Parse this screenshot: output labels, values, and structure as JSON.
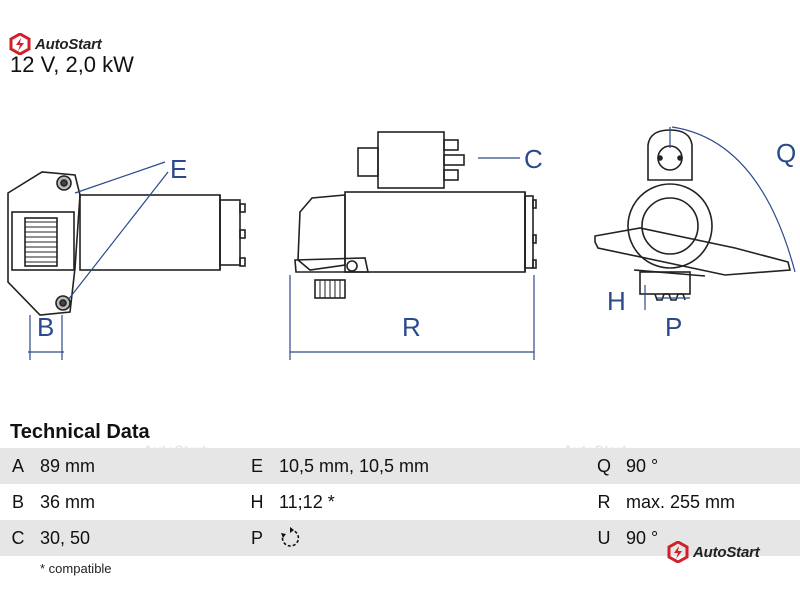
{
  "brand": {
    "name": "AutoStart",
    "color": "#d0202a"
  },
  "spec_line": "12 V, 2,0 kW",
  "drawing_labels": {
    "E": "E",
    "B": "B",
    "R": "R",
    "C": "C",
    "Q": "Q",
    "H": "H",
    "P": "P"
  },
  "technical_title": "Technical Data",
  "table": [
    [
      {
        "k": "A",
        "v": "89 mm"
      },
      {
        "k": "E",
        "v": "10,5 mm, 10,5 mm"
      },
      {
        "k": "Q",
        "v": "90 °"
      }
    ],
    [
      {
        "k": "B",
        "v": "36 mm"
      },
      {
        "k": "H",
        "v": "11;12 *"
      },
      {
        "k": "R",
        "v": "max. 255 mm"
      }
    ],
    [
      {
        "k": "C",
        "v": "30, 50"
      },
      {
        "k": "P",
        "v": ""
      },
      {
        "k": "U",
        "v": "90 °"
      }
    ]
  ],
  "rotation_icon": "clockwise-rotation-icon",
  "footnote": "* compatible",
  "watermark": "AutoStart",
  "line_color": "#2b4a8c"
}
